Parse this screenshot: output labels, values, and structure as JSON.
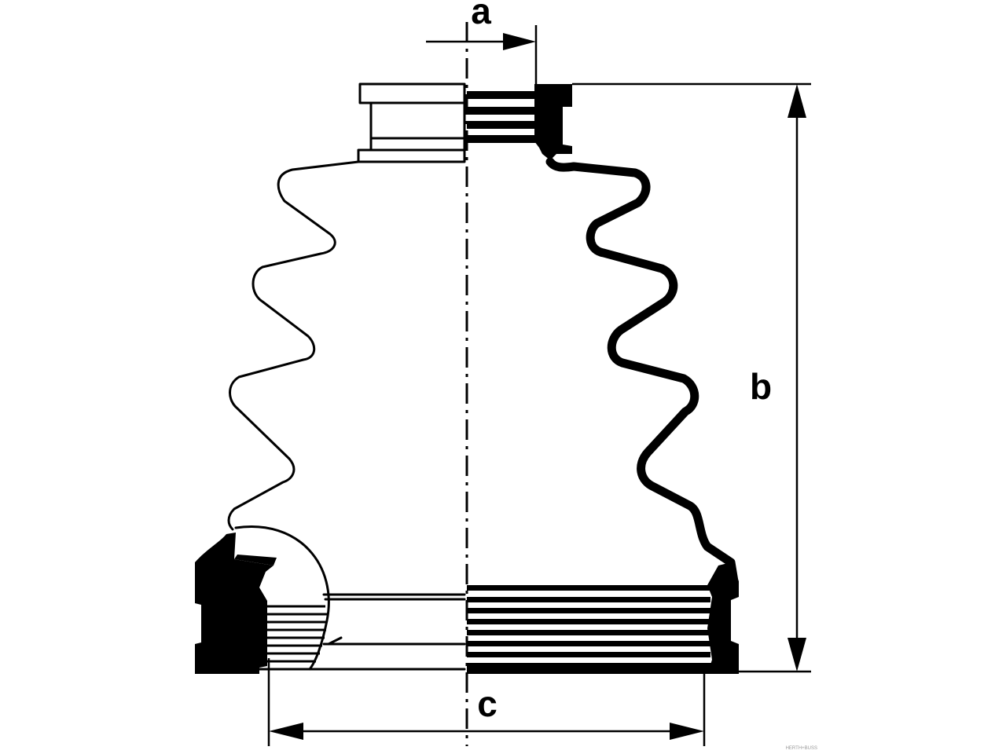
{
  "diagram": {
    "label_a": "a",
    "label_b": "b",
    "label_c": "c"
  },
  "footer": {
    "watermark": "HERTH+BUSS"
  }
}
